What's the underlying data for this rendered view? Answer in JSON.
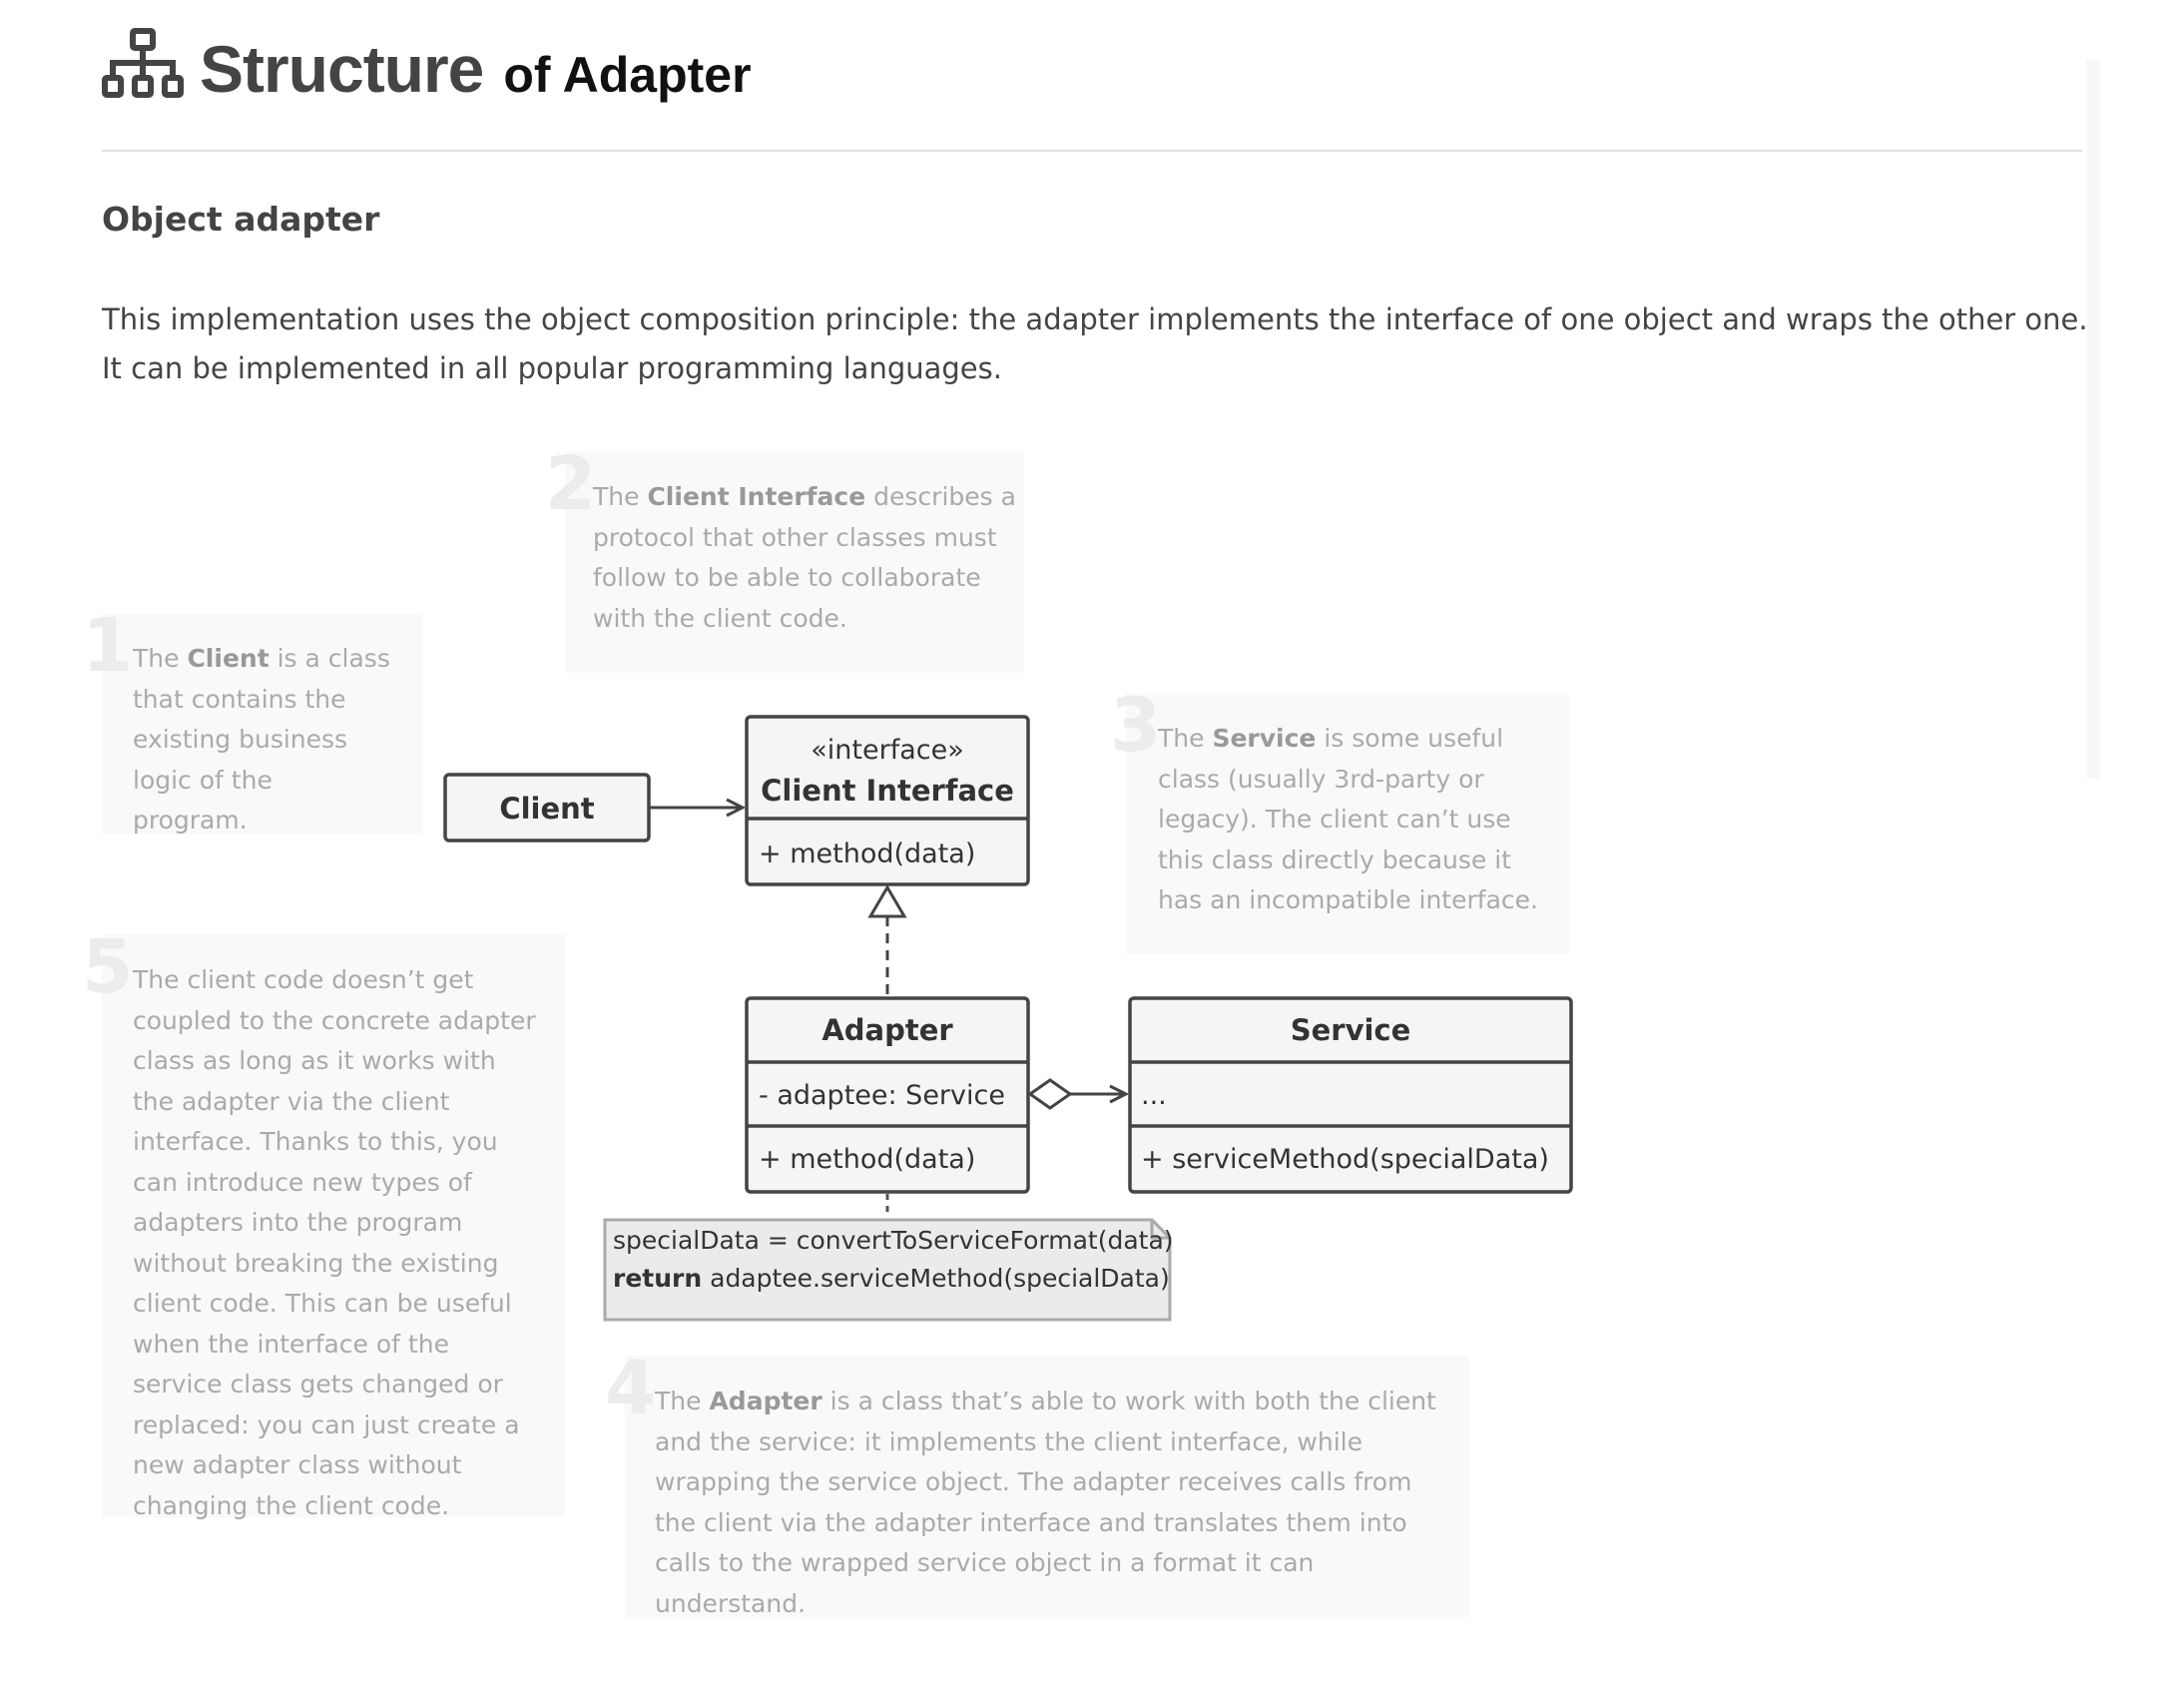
{
  "header": {
    "title_main": "Structure",
    "title_sub": "of Adapter",
    "icon": "sitemap-icon"
  },
  "section": {
    "heading": "Object adapter",
    "intro": "This implementation uses the object composition principle: the adapter implements the interface of one object and wraps the other one. It can be implemented in all popular programming languages."
  },
  "notes": [
    {
      "num": "1",
      "pre": "The ",
      "bold": "Client",
      "post": " is a class that contains the existing business logic of the program."
    },
    {
      "num": "2",
      "pre": "The ",
      "bold": "Client Interface",
      "post": " describes a protocol that other classes must follow to be able to collaborate with the client code."
    },
    {
      "num": "3",
      "pre": "The ",
      "bold": "Service",
      "post": " is some useful class (usually 3rd-party or legacy). The client can’t use this class directly because it has an incompatible interface."
    },
    {
      "num": "4",
      "pre": "The ",
      "bold": "Adapter",
      "post": " is a class that’s able to work with both the client and the service: it implements the client interface, while wrapping the service object. The adapter receives calls from the client via the adapter interface and translates them into calls to the wrapped service object in a format it can understand."
    },
    {
      "num": "5",
      "pre": "",
      "bold": "",
      "post": "The client code doesn’t get coupled to the concrete adapter class as long as it works with the adapter via the client interface. Thanks to this, you can introduce new types of adapters into the program without breaking the existing client code. This can be useful when the interface of the service class gets changed or replaced: you can just create a new adapter class without changing the client code."
    }
  ],
  "diagram": {
    "client": {
      "name": "Client"
    },
    "client_interface": {
      "stereotype": "«interface»",
      "name": "Client Interface",
      "method": "+ method(data)"
    },
    "adapter": {
      "name": "Adapter",
      "field": "- adaptee: Service",
      "method": "+ method(data)"
    },
    "service": {
      "name": "Service",
      "field": "...",
      "method": "+ serviceMethod(specialData)"
    },
    "code_note": {
      "line1": "specialData = convertToServiceFormat(data)",
      "line2_keyword": "return",
      "line2_rest": " adaptee.serviceMethod(specialData)"
    }
  },
  "colors": {
    "box_fill": "#f5f5f5",
    "box_stroke": "#444444",
    "note_fill": "#f9f9f9",
    "code_note_fill": "#ebebeb"
  }
}
